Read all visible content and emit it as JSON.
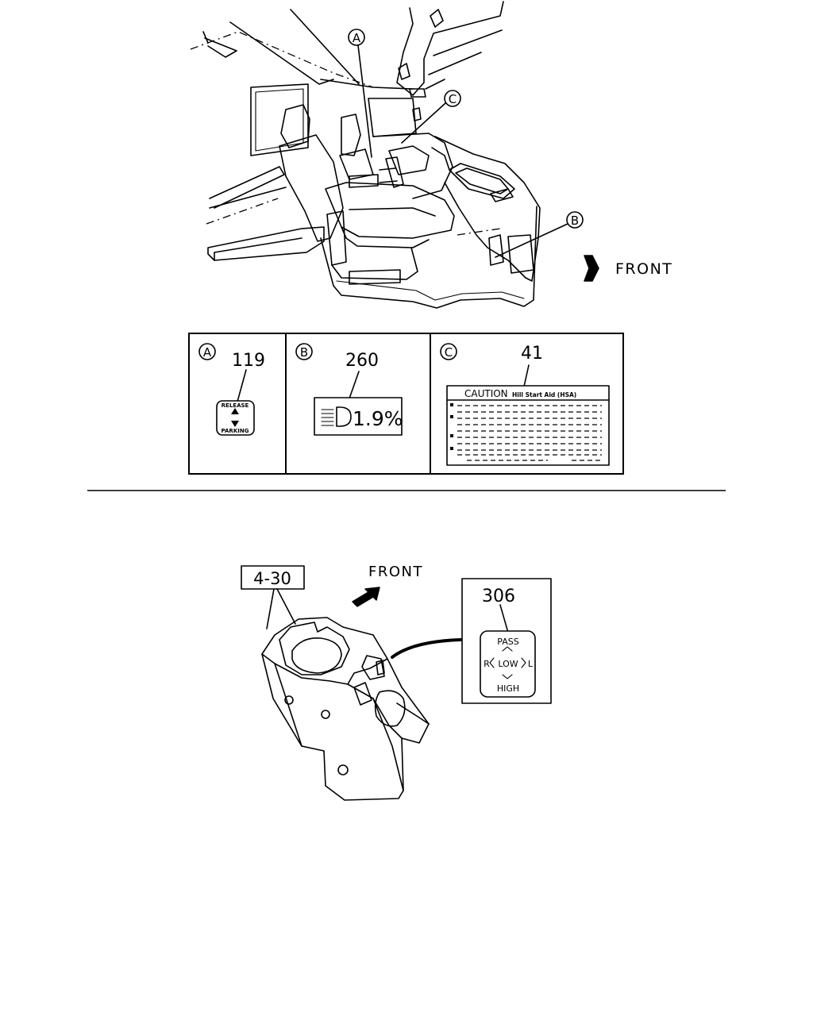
{
  "callouts": {
    "a": "A",
    "b": "B",
    "c": "C"
  },
  "front_label_top": "FRONT",
  "front_label_bottom": "FRONT",
  "labels": {
    "a": {
      "letter": "A",
      "part_number": "119",
      "top_text": "RELEASE",
      "bottom_text": "PARKING"
    },
    "b": {
      "letter": "B",
      "part_number": "260",
      "value_text": "1.9%"
    },
    "c": {
      "letter": "C",
      "part_number": "41",
      "header_main": "CAUTION",
      "header_sub": "Hill Start Aid (HSA)"
    }
  },
  "switch_label": {
    "part_number": "306",
    "pass": "PASS",
    "low": "LOW",
    "left": "R",
    "right": "L",
    "high": "HIGH"
  },
  "ref_box": "4-30"
}
